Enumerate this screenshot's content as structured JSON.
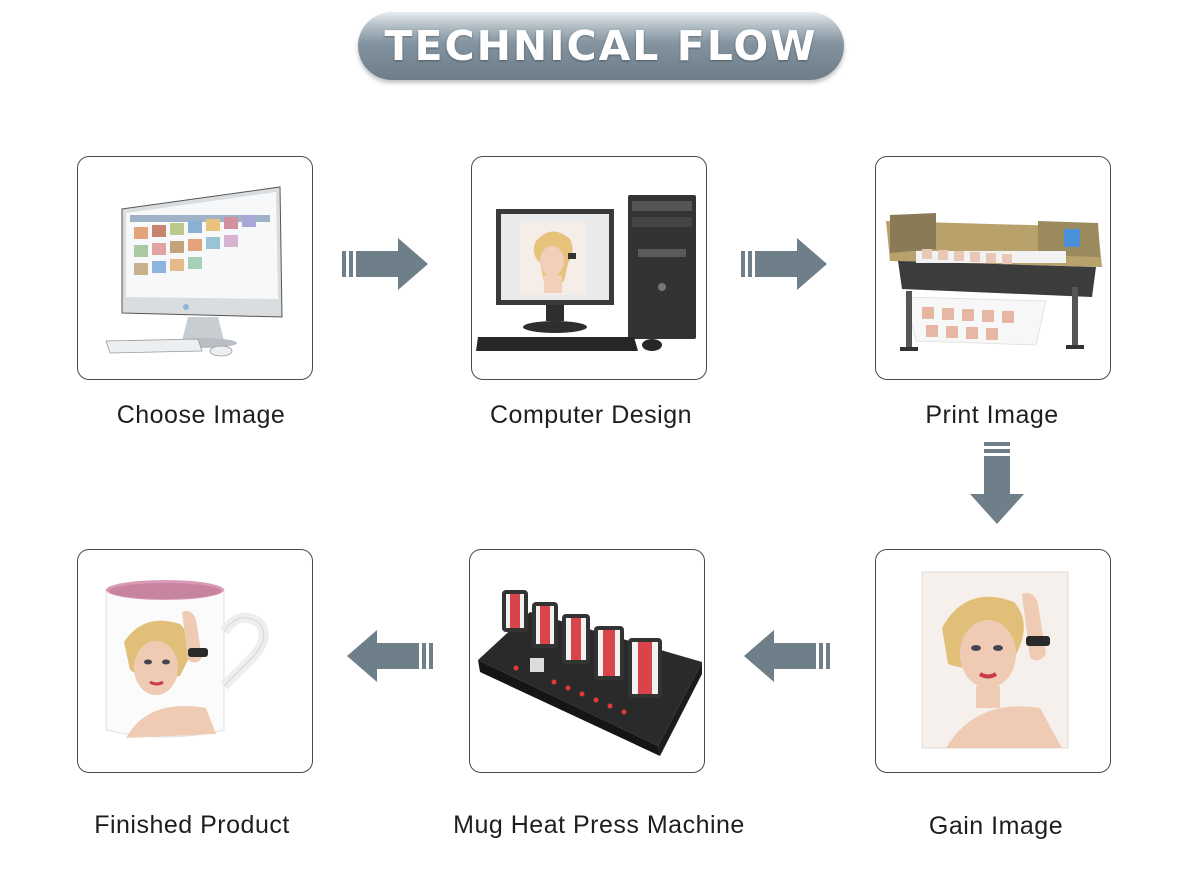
{
  "title": "TECHNICAL FLOW",
  "steps": [
    {
      "label": "Choose Image",
      "icon": "desktop-monitor-icon"
    },
    {
      "label": "Computer Design",
      "icon": "desktop-computer-icon"
    },
    {
      "label": "Print Image",
      "icon": "printer-icon"
    },
    {
      "label": "Gain Image",
      "icon": "portrait-photo-icon"
    },
    {
      "label": "Mug Heat Press Machine",
      "icon": "heat-press-machine-icon"
    },
    {
      "label": "Finished Product",
      "icon": "mug-icon"
    }
  ],
  "colors": {
    "arrow": "#6f7f8a",
    "pill_dark": "#6c7d89",
    "card_border": "#4a4a4a",
    "mug_inner": "#d89ab4"
  }
}
